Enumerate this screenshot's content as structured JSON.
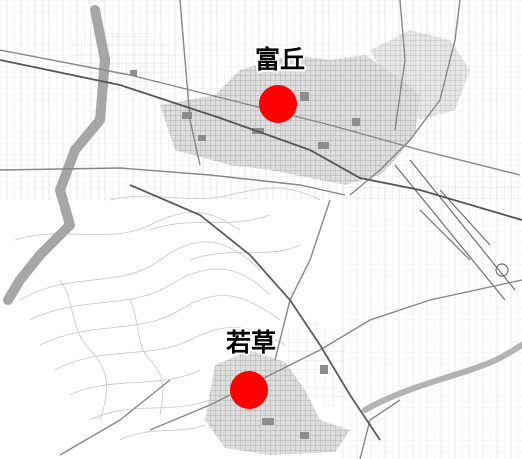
{
  "map": {
    "style": "grayscale topographic map",
    "colors": {
      "background": "#ffffff",
      "built_up": "#b9b9b9",
      "road": "#8a8a8a",
      "rail": "#555555",
      "river": "#a8a8a8",
      "contour": "#c9c9c9",
      "marker": "#ff0000"
    }
  },
  "markers": [
    {
      "id": "tomioka",
      "label": "富丘",
      "icon": "red-circle-marker",
      "color": "#ff0000"
    },
    {
      "id": "wakakusa",
      "label": "若草",
      "icon": "red-circle-marker",
      "color": "#ff0000"
    }
  ]
}
